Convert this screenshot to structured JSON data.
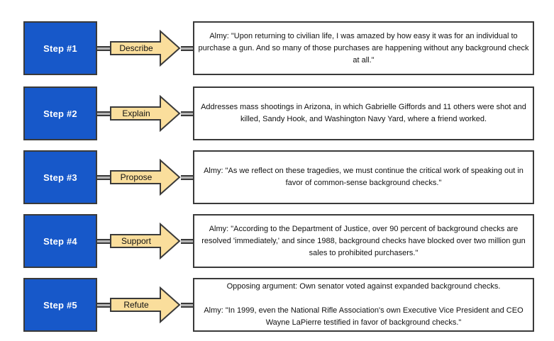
{
  "diagram": {
    "kind": "five-step argument flowchart",
    "colors": {
      "step_fill": "#1758c9",
      "step_text": "#ffffff",
      "arrow_fill": "#fade9c",
      "outline": "#3a3a3a",
      "connector": "#b5b5b5",
      "background": "#ffffff"
    },
    "rows": [
      {
        "step_label": "Step #1",
        "action_label": "Describe",
        "text": "Almy: \"Upon returning to civilian life, I was amazed by how easy it was for an individual to purchase a gun. And so many of those purchases are happening without any background check at all.\""
      },
      {
        "step_label": "Step #2",
        "action_label": "Explain",
        "text": "Addresses mass shootings in Arizona, in which Gabrielle Giffords and 11 others were shot and killed, Sandy Hook, and Washington Navy Yard, where a friend worked."
      },
      {
        "step_label": "Step #3",
        "action_label": "Propose",
        "text": "Almy: \"As we reflect on these tragedies, we must continue the critical work of speaking out in favor of common-sense background checks.\""
      },
      {
        "step_label": "Step #4",
        "action_label": "Support",
        "text": "Almy: \"According to the Department of Justice, over 90 percent of background checks are resolved 'immediately,' and since 1988, background checks have blocked over two million gun sales to prohibited purchasers.\""
      },
      {
        "step_label": "Step #5",
        "action_label": "Refute",
        "text": "Opposing argument: Own senator voted against expanded background checks.",
        "text2": "Almy: \"In 1999, even the National Rifle Association's own Executive Vice President and CEO Wayne LaPierre testified in favor of background checks.\""
      }
    ]
  }
}
